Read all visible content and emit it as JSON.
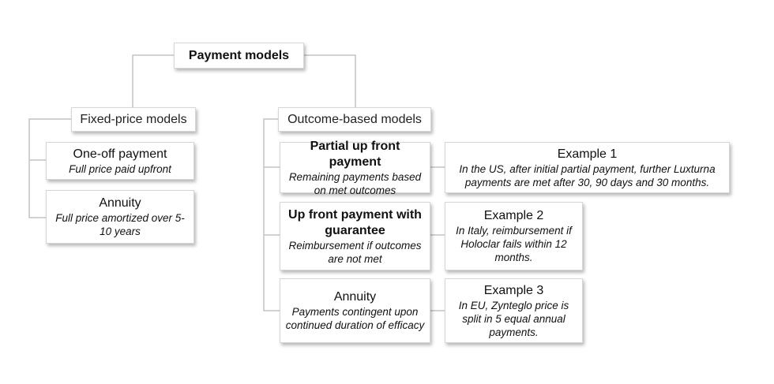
{
  "root": {
    "title": "Payment models"
  },
  "fixed": {
    "title": "Fixed-price models",
    "items": [
      {
        "title": "One-off payment",
        "desc": "Full price paid upfront"
      },
      {
        "title": "Annuity",
        "desc": "Full price amortized over 5-10 years"
      }
    ]
  },
  "outcome": {
    "title": "Outcome-based models",
    "items": [
      {
        "title": "Partial up front payment",
        "desc": "Remaining payments based on met outcomes"
      },
      {
        "title": "Up front payment with guarantee",
        "desc": "Reimbursement if outcomes are not met"
      },
      {
        "title": "Annuity",
        "desc": "Payments contingent upon continued duration of efficacy"
      }
    ]
  },
  "examples": [
    {
      "title": "Example 1",
      "desc": "In the US, after initial partial payment, further Luxturna payments are met after 30, 90 days and 30 months."
    },
    {
      "title": "Example 2",
      "desc": "In Italy, reimbursement if Holoclar fails within 12 months."
    },
    {
      "title": "Example 3",
      "desc": "In EU, Zynteglo price is split in 5 equal annual payments."
    }
  ]
}
